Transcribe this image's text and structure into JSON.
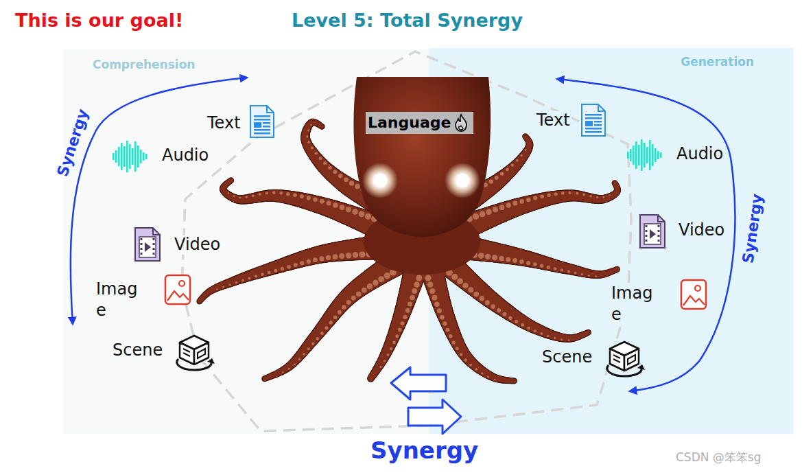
{
  "diagram": {
    "title": "Level 5: Total Synergy",
    "nodes": [
      {
        "text": [
          "Comprehension"
        ]
      },
      {
        "text": [
          "Generation"
        ]
      },
      {
        "text": [
          "Language"
        ]
      }
    ],
    "labels": [
      "This is our goal!",
      "Synergy",
      "Text",
      "Audio",
      "Video",
      "Imag e",
      "Scene",
      "Text",
      "Audio",
      "Video",
      "Imag e",
      "Scene",
      "Synergy",
      "Synergy",
      "CSDN @笨笨sg"
    ]
  }
}
